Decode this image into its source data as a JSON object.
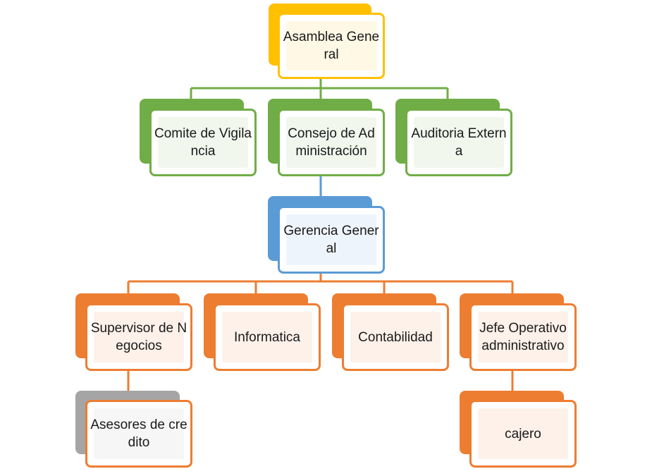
{
  "nodes": {
    "asamblea": {
      "label": "Asamblea General",
      "color": "#ffc000"
    },
    "comite": {
      "label": "Comite de Vigilancia",
      "color": "#70ad47"
    },
    "consejo": {
      "label": "Consejo de Administración",
      "color": "#70ad47"
    },
    "auditoria": {
      "label": "Auditoria Externa",
      "color": "#70ad47"
    },
    "gerencia": {
      "label": "Gerencia General",
      "color": "#5b9bd5"
    },
    "supervisor": {
      "label": "Supervisor de Negocios",
      "color": "#ed7d31"
    },
    "informatica": {
      "label": "Informatica",
      "color": "#ed7d31"
    },
    "contabilidad": {
      "label": "Contabilidad",
      "color": "#ed7d31"
    },
    "jefe": {
      "label": "Jefe Operativo administrativo",
      "color": "#ed7d31"
    },
    "asesores": {
      "label": "Asesores de credito",
      "color": "#a5a5a5"
    },
    "cajero": {
      "label": "cajero",
      "color": "#ed7d31"
    }
  }
}
